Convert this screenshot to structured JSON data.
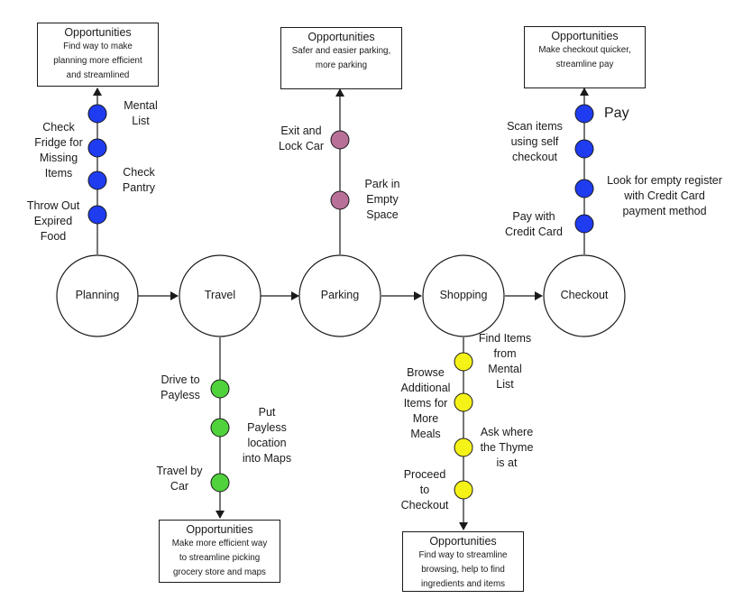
{
  "colors": {
    "planning_dots": "#1f3cf0",
    "parking_dots": "#b86f98",
    "travel_dots": "#4fd23b",
    "shopping_dots": "#f5f218",
    "checkout_dots": "#1f3cf0",
    "line": "#1a1a1a"
  },
  "stages": [
    {
      "label": "Planning"
    },
    {
      "label": "Travel"
    },
    {
      "label": "Parking"
    },
    {
      "label": "Shopping"
    },
    {
      "label": "Checkout"
    }
  ],
  "planning": {
    "opportunity": {
      "title": "Opportunities",
      "body": "Find way to make\nplanning more efficient\nand streamlined"
    },
    "steps": [
      "Mental\nList",
      "Check\nFridge for\nMissing\nItems",
      "Check\nPantry",
      "Throw Out\nExpired\nFood"
    ]
  },
  "parking": {
    "opportunity": {
      "title": "Opportunities",
      "body": "Safer and easier parking,\nmore parking"
    },
    "steps": [
      "Exit and\nLock Car",
      "Park in\nEmpty\nSpace"
    ]
  },
  "checkout": {
    "opportunity": {
      "title": "Opportunities",
      "body": "Make checkout quicker,\nstreamline pay"
    },
    "steps": [
      "Pay",
      "Scan items\nusing self\ncheckout",
      "Look for empty register\nwith Credit Card\npayment method",
      "Pay with\nCredit Card"
    ]
  },
  "travel": {
    "opportunity": {
      "title": "Opportunities",
      "body": "Make more efficient way\nto streamline picking\ngrocery store and maps"
    },
    "steps": [
      "Drive to\nPayless",
      "Put\nPayless\nlocation\ninto Maps",
      "Travel by\nCar"
    ]
  },
  "shopping": {
    "opportunity": {
      "title": "Opportunities",
      "body": "Find way to streamline\nbrowsing, help to find\ningredients and items"
    },
    "steps": [
      "Find Items\nfrom\nMental\nList",
      "Browse\nAdditional\nItems for\nMore\nMeals",
      "Ask where\nthe Thyme\nis at",
      "Proceed\nto\nCheckout"
    ]
  }
}
